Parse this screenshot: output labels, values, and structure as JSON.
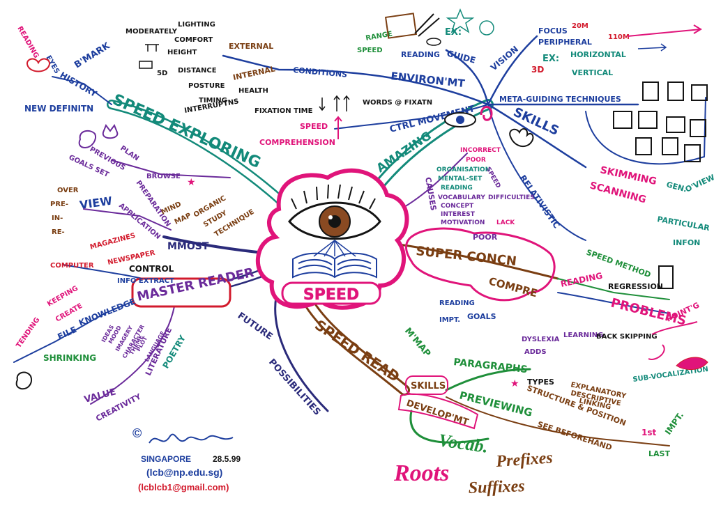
{
  "colors": {
    "pink": "#e0147a",
    "magenta": "#c8157f",
    "blue": "#1d3e9e",
    "teal": "#138a7a",
    "green": "#1f8f3a",
    "purple": "#6a2a9a",
    "brown": "#7a3e12",
    "red": "#d21a2c",
    "black": "#141414",
    "navy": "#2a2a7a"
  },
  "center": {
    "label": "SPEED"
  },
  "branches": {
    "speed_exploring": "SPEED EXPLORING",
    "amazing": "AMAZING",
    "master_reader": "MASTER READER",
    "speed_read": "SPEED READ",
    "super_concn": "SUPER CONCN",
    "compre": "COMPRE",
    "mmost": "MMOST",
    "future": "FUTURE",
    "possibilities": "POSSIBILITIES",
    "skills": "SKILLS",
    "problems": "PROBLEMS",
    "relativistic": "RELATIVISTIC",
    "ctrl_movement": "CTRL MOVEMENT",
    "conditions": "CONDITIONS",
    "environmt": "ENVIRON'MT",
    "guide": "GUIDE",
    "vision": "VISION",
    "causes": "CAUSES"
  },
  "labels": {
    "reading": "READING",
    "eyes": "EYES",
    "history": "HISTORY",
    "bmark": "B'MARK",
    "new_definitn": "NEW DEFINITN",
    "lighting": "LIGHTING",
    "moderately": "MODERATELY",
    "comfort": "COMFORT",
    "external": "EXTERNAL",
    "height": "HEIGHT",
    "distance": "DISTANCE",
    "fifty_d": "5D",
    "posture": "POSTURE",
    "internal": "INTERNAL",
    "health": "HEALTH",
    "timing": "TIMING",
    "interruptns": "INTERRUPTNS",
    "range": "RANGE",
    "speed_small": "SPEED",
    "reading_small": "READING",
    "ex": "EX:",
    "focus": "FOCUS",
    "twenty_m": "20M",
    "peripheral": "PERIPHERAL",
    "one_ten_m": "110M",
    "ex2": "EX:",
    "horizontal": "HORIZONTAL",
    "vertical": "VERTICAL",
    "three_d": "3D",
    "meta_guiding": "META-GUIDING TECHNIQUES",
    "fixation_time": "FIXATION TIME",
    "words_fixatn": "WORDS @ FIXATN",
    "speed_arrow": "SPEED",
    "comprehension": "COMPREHENSION",
    "plan": "PLAN",
    "previous": "PREVIOUS",
    "goals_set": "GOALS SET",
    "browse": "BROWSE",
    "preparation": "PREPARATION",
    "over": "OVER",
    "pre": "PRE-",
    "in": "IN-",
    "re": "RE-",
    "view": "VIEW",
    "application": "APPLICATION",
    "mind": "MIND",
    "map": "MAP",
    "organic": "ORGANIC",
    "study": "STUDY",
    "technique": "TECHNIQUE",
    "magazines": "MAGAZINES",
    "newspaper": "NEWSPAPER",
    "computer": "COMPUTER",
    "control": "CONTROL",
    "info_extract": "INFO EXTRACT",
    "keeping": "KEEPING",
    "create": "CREATE",
    "tending": "TENDING",
    "file": "FILE",
    "knowledge": "KNOWLEDGE",
    "shrinking": "SHRINKING",
    "ideas": "IDEAS",
    "mood": "MOOD",
    "imagery": "IMAGERY",
    "character": "CHARACTER",
    "theme": "THEME",
    "plot": "PLOT",
    "language": "LANGUAGE",
    "literature": "LITERATURE",
    "poetry": "POETRY",
    "value": "VALUE",
    "creativity": "CREATIVITY",
    "incorrect": "INCORRECT",
    "poor_top": "POOR",
    "organisation": "ORGANISATION",
    "mental_set": "MENTAL-SET",
    "reading_c": "READING",
    "vocabulary": "VOCABULARY",
    "difficulties": "DIFFICULTIES",
    "concept": "CONCEPT",
    "interest": "INTEREST",
    "motivation": "MOTIVATION",
    "lack": "LACK",
    "poor": "POOR",
    "speed_c": "SPEED",
    "skimming": "SKIMMING",
    "gen": "GEN.",
    "oview": "O'VIEW",
    "scanning": "SCANNING",
    "particular": "PARTICULAR",
    "infon": "INFON",
    "speed_method": "SPEED METHOD",
    "reading_p": "READING",
    "regression": "REGRESSION",
    "pointg": "POINT'G",
    "dyslexia": "DYSLEXIA",
    "learning": "LEARNING",
    "adds": "ADDS",
    "back_skipping": "BACK SKIPPING",
    "sub_vocalization": "SUB-VOCALIZATION",
    "reading_impt": "READING",
    "impt": "IMPT.",
    "goals": "GOALS",
    "mmap": "M'MAP",
    "paragraphs": "PARAGRAPHS",
    "previewing": "PREVIEWING",
    "types": "TYPES",
    "explanatory": "EXPLANATORY",
    "descriptive": "DESCRIPTIVE",
    "linking": "LINKING",
    "structure_position": "STRUCTURE & POSITION",
    "see_beforehand": "SEE BEFOREHAND",
    "first": "1st",
    "last": "LAST",
    "impt2": "IMPT.",
    "skills_s": "SKILLS",
    "developmt": "DEVELOP'MT",
    "vocab": "Vocab.",
    "prefixes": "Prefixes",
    "roots": "Roots",
    "suffixes": "Suffixes"
  },
  "footer": {
    "copyright": "©",
    "location": "SINGAPORE",
    "date": "28.5.99",
    "email1": "(lcb@np.edu.sg)",
    "email2": "(lcblcb1@gmail.com)"
  }
}
